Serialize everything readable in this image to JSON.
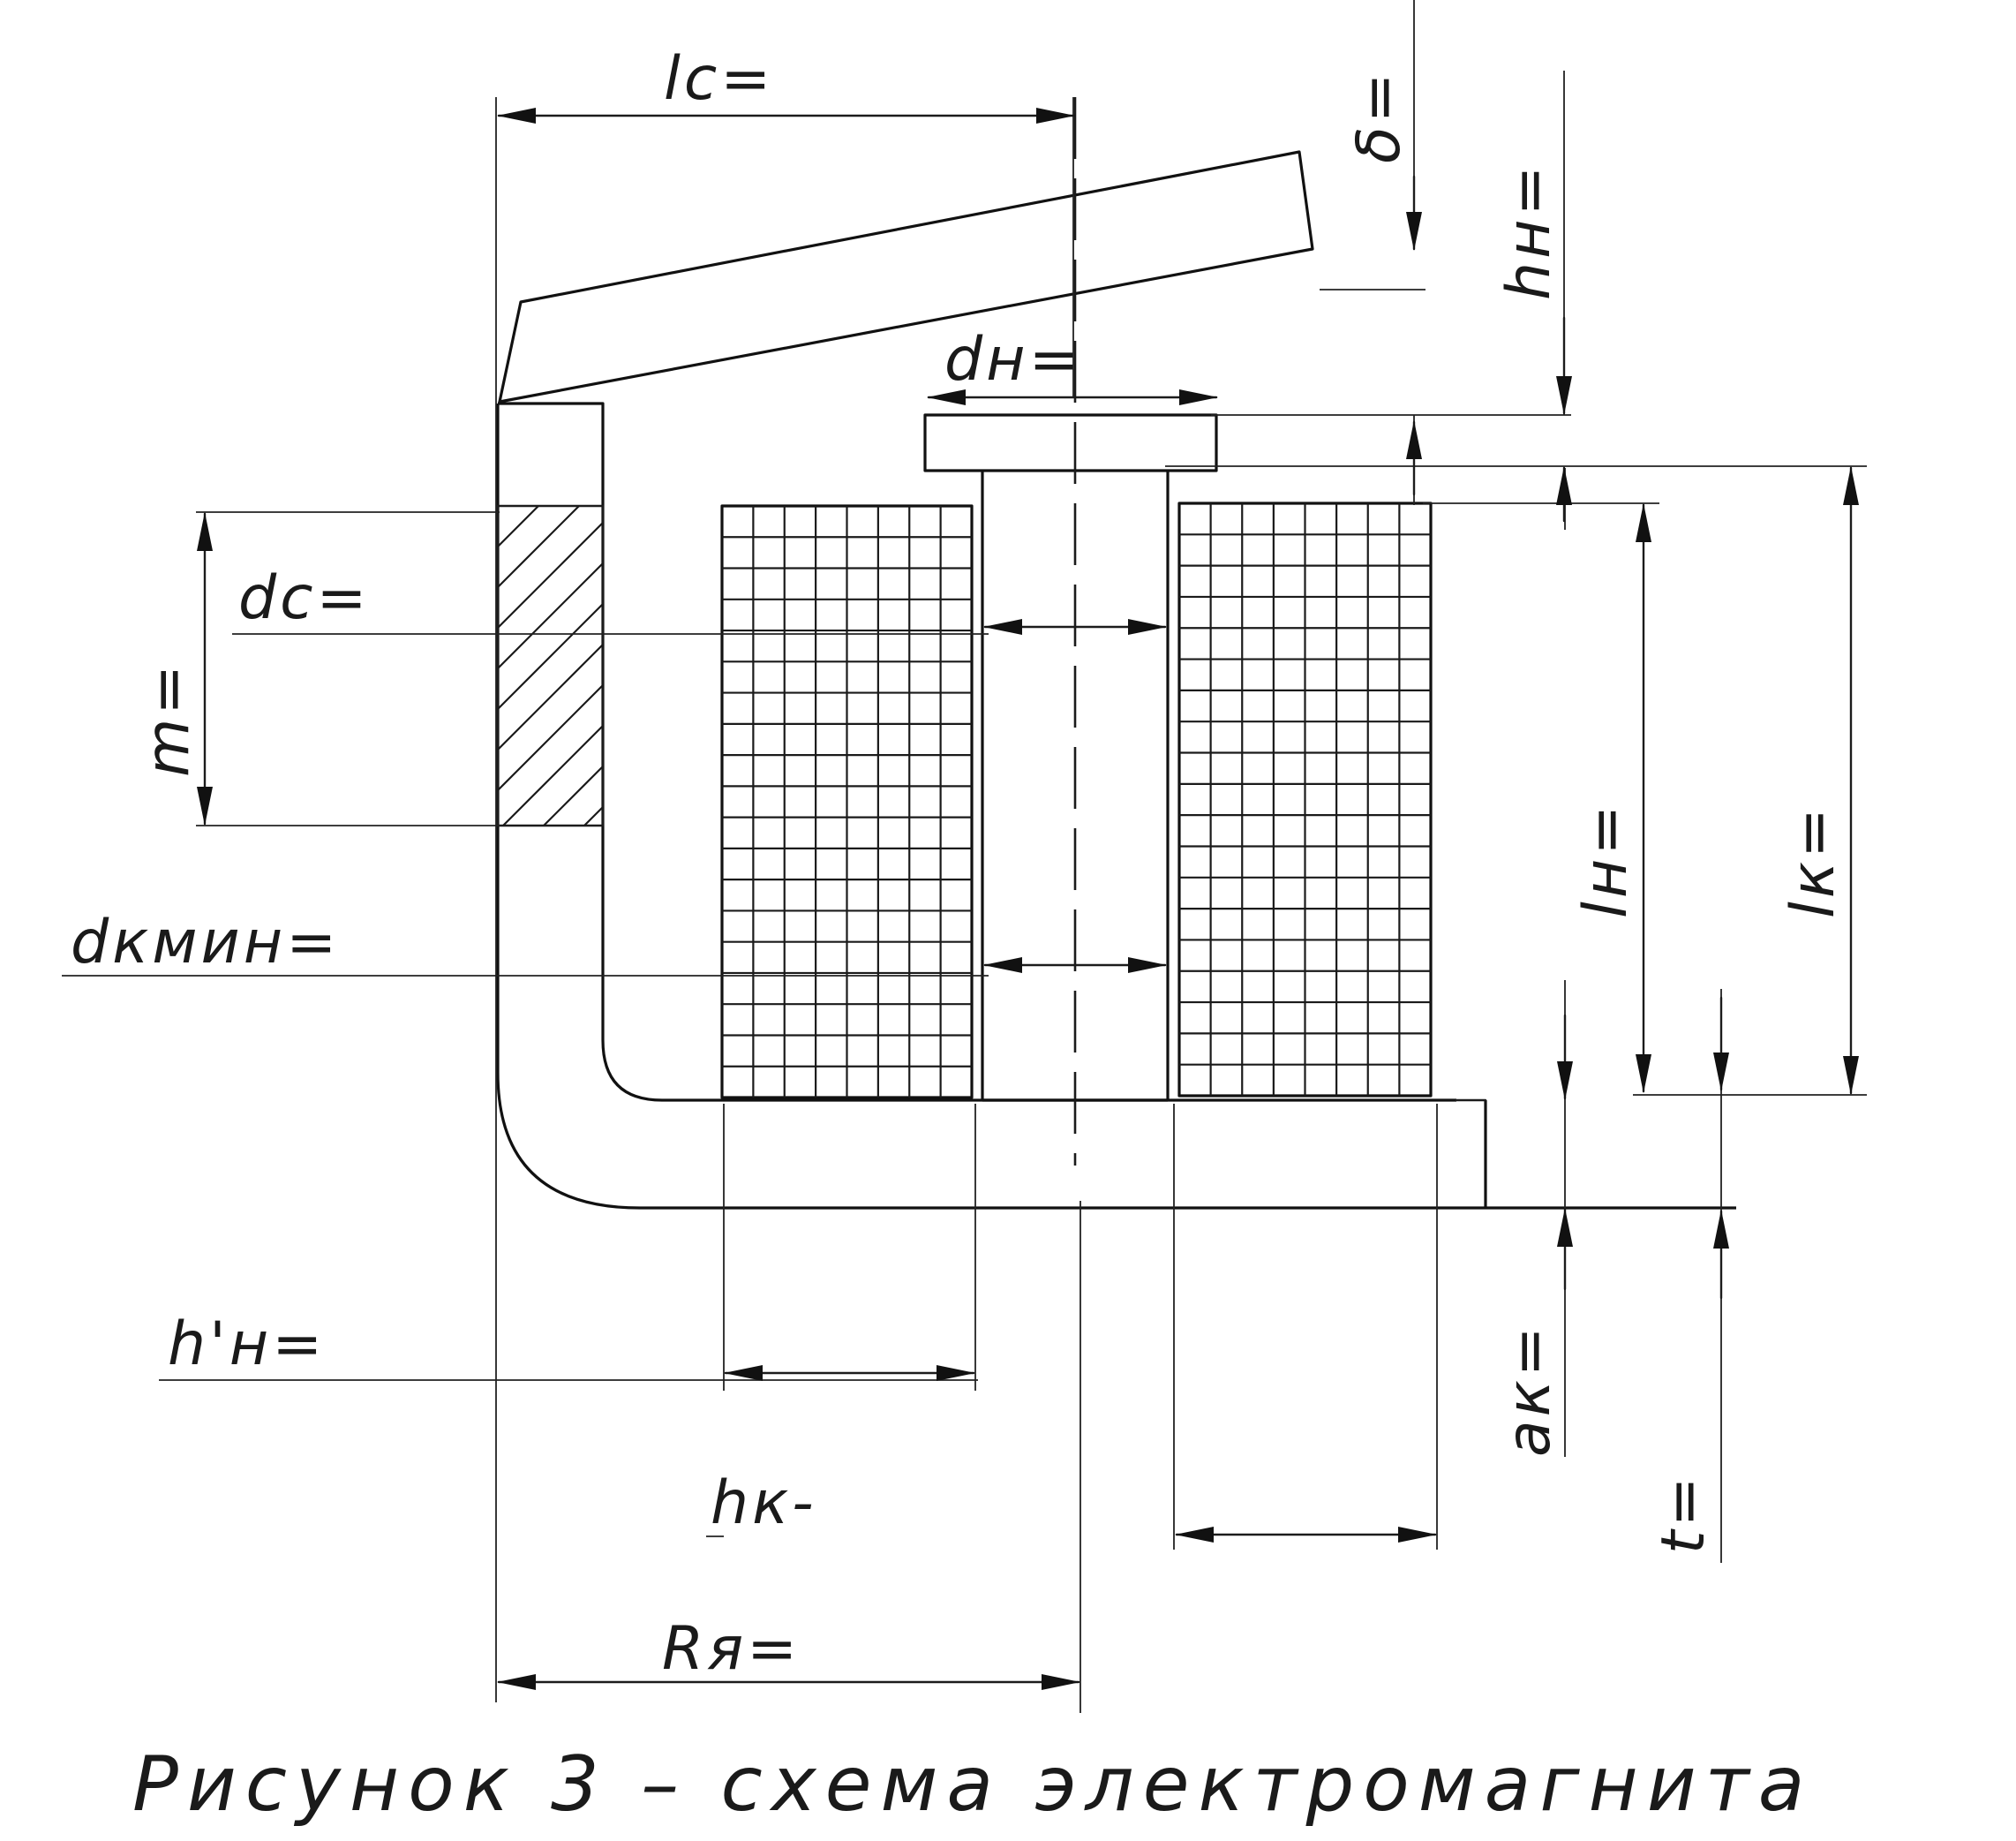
{
  "labels": {
    "lc": "lc=",
    "delta": "δ=",
    "hn": "hн=",
    "dn": "dн=",
    "dc": "dc=",
    "m": "m=",
    "dkmin": "dкмин=",
    "lh": "lн=",
    "lk": "lк=",
    "h_prime_n": "h'н=",
    "ak": "aк=",
    "hk": "hк-",
    "t": "t=",
    "Rya": "Rя="
  },
  "caption": "Рисунок 3 – схема электромагнита",
  "colors": {
    "ink": "#1a1a1a",
    "paper": "#ffffff"
  }
}
